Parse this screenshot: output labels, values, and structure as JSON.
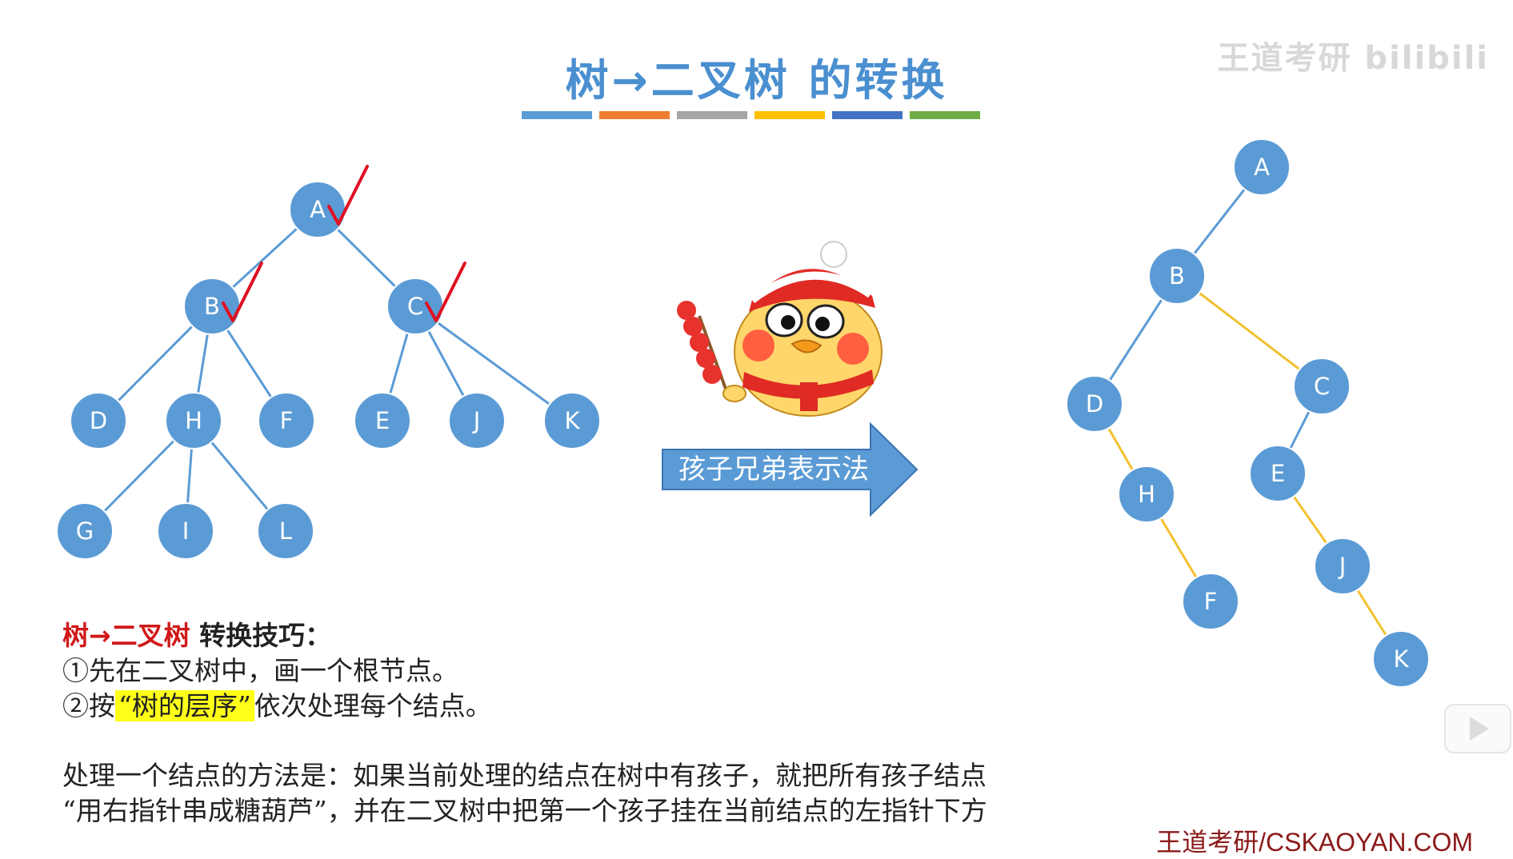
{
  "title": {
    "text": "树→二叉树 的转换",
    "color": "#4a8fd0",
    "bar_colors": [
      "#5b9bd5",
      "#ed7d31",
      "#a5a5a5",
      "#ffc000",
      "#4472c4",
      "#70ad47"
    ]
  },
  "watermark": "王道考研 bilibili",
  "colors": {
    "node": "#5b9bd5",
    "node_border": "#ffffff",
    "edge_blue": "#5b9bd5",
    "edge_yellow": "#f2c12e",
    "check": "#e01020",
    "arrow_fill": "#5b9bd5",
    "arrow_border": "#3b74b0"
  },
  "left_tree": {
    "nodes": [
      {
        "id": "A",
        "label": "A",
        "checked": true
      },
      {
        "id": "B",
        "label": "B",
        "checked": true
      },
      {
        "id": "C",
        "label": "C",
        "checked": true
      },
      {
        "id": "D",
        "label": "D"
      },
      {
        "id": "H",
        "label": "H"
      },
      {
        "id": "F",
        "label": "F"
      },
      {
        "id": "E",
        "label": "E"
      },
      {
        "id": "J",
        "label": "J"
      },
      {
        "id": "K",
        "label": "K"
      },
      {
        "id": "G",
        "label": "G"
      },
      {
        "id": "I",
        "label": "I"
      },
      {
        "id": "L",
        "label": "L"
      }
    ],
    "edges": [
      [
        "A",
        "B"
      ],
      [
        "A",
        "C"
      ],
      [
        "B",
        "D"
      ],
      [
        "B",
        "H"
      ],
      [
        "B",
        "F"
      ],
      [
        "C",
        "E"
      ],
      [
        "C",
        "J"
      ],
      [
        "C",
        "K"
      ],
      [
        "H",
        "G"
      ],
      [
        "H",
        "I"
      ],
      [
        "H",
        "L"
      ]
    ]
  },
  "arrow": {
    "label": "孩子兄弟表示法"
  },
  "mascot": "snowman-mascot",
  "right_tree": {
    "nodes": [
      {
        "id": "A",
        "label": "A"
      },
      {
        "id": "B",
        "label": "B"
      },
      {
        "id": "D",
        "label": "D"
      },
      {
        "id": "C",
        "label": "C"
      },
      {
        "id": "H",
        "label": "H"
      },
      {
        "id": "E",
        "label": "E"
      },
      {
        "id": "F",
        "label": "F"
      },
      {
        "id": "J",
        "label": "J"
      },
      {
        "id": "K",
        "label": "K"
      }
    ],
    "edges": [
      {
        "from": "A",
        "to": "B",
        "kind": "left-child"
      },
      {
        "from": "B",
        "to": "D",
        "kind": "left-child"
      },
      {
        "from": "B",
        "to": "C",
        "kind": "right-sibling"
      },
      {
        "from": "D",
        "to": "H",
        "kind": "right-sibling"
      },
      {
        "from": "H",
        "to": "F",
        "kind": "right-sibling"
      },
      {
        "from": "C",
        "to": "E",
        "kind": "left-child"
      },
      {
        "from": "E",
        "to": "J",
        "kind": "right-sibling"
      },
      {
        "from": "J",
        "to": "K",
        "kind": "right-sibling"
      }
    ]
  },
  "tips": {
    "heading_red": "树→二叉树",
    "heading_rest": " 转换技巧：",
    "step1": "①先在二叉树中，画一个根节点。",
    "step2_prefix": "②按",
    "step2_highlight": "“树的层序”",
    "step2_suffix": "依次处理每个结点。"
  },
  "method": {
    "line1": "处理一个结点的方法是：如果当前处理的结点在树中有孩子，就把所有孩子结点",
    "line2": "“用右指针串成糖葫芦”，并在二叉树中把第一个孩子挂在当前结点的左指针下方"
  },
  "footer": "王道考研/CSKAOYAN.COM"
}
